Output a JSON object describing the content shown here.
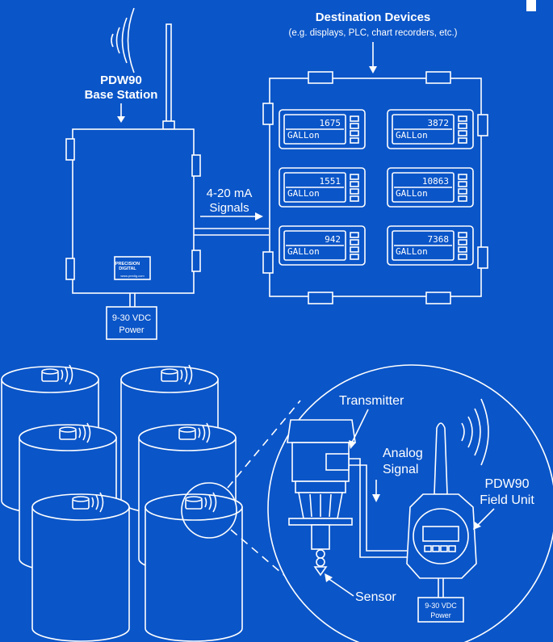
{
  "base_station": {
    "title": "PDW90",
    "subtitle": "Base Station",
    "brand_line1": "PRECISION",
    "brand_line2": "DIGITAL",
    "website": "www.predig.com"
  },
  "destination": {
    "title": "Destination Devices",
    "subtitle": "(e.g. displays, PLC, chart recorders, etc.)"
  },
  "signals": {
    "line1": "4-20 mA",
    "line2": "Signals"
  },
  "power_base": {
    "line1": "9-30 VDC",
    "line2": "Power"
  },
  "power_field": {
    "line1": "9-30 VDC",
    "line2": "Power"
  },
  "meters": [
    {
      "value": "1675",
      "unit": "GALLon"
    },
    {
      "value": "3872",
      "unit": "GALLon"
    },
    {
      "value": "1551",
      "unit": "GALLon"
    },
    {
      "value": "10863",
      "unit": "GALLon"
    },
    {
      "value": "942",
      "unit": "GALLon"
    },
    {
      "value": "7368",
      "unit": "GALLon"
    }
  ],
  "transmitter_label": "Transmitter",
  "analog_signal": {
    "line1": "Analog",
    "line2": "Signal"
  },
  "field_unit": {
    "line1": "PDW90",
    "line2": "Field Unit"
  },
  "sensor_label": "Sensor",
  "colors": {
    "background": "#0a55c8",
    "line": "#ffffff"
  }
}
